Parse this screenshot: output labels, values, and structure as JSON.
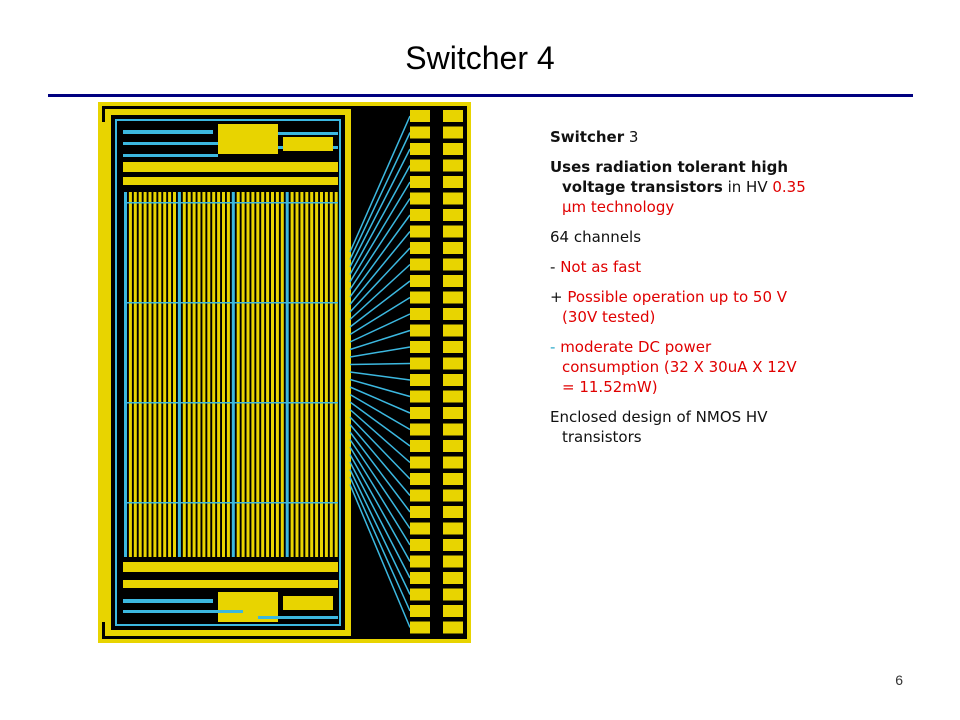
{
  "slide": {
    "title": "Switcher 4",
    "page_number": "6"
  },
  "bullets": {
    "b1_bold": "Switcher",
    "b1_rest": " 3",
    "b2_bold": "Uses radiation tolerant high voltage transistors",
    "b2_pre": " in HV ",
    "b2_red": "0.35 μm technology",
    "b3": "64 channels",
    "b4_dash": "- ",
    "b4_red": "Not as fast",
    "b5_plus": "+ ",
    "b5_red": "Possible operation up to 50 V (30V tested)",
    "b6_dash": "- ",
    "b6_red": "moderate DC power consumption (32 X 30uA X 12V = 11.52mW)",
    "b7": "Enclosed design of NMOS HV transistors"
  },
  "colors": {
    "rule": "#000080",
    "highlight": "#e00000",
    "layout_background": "#000000",
    "metal_yellow": "#e8d400",
    "metal_cyan": "#3cb8e0"
  }
}
